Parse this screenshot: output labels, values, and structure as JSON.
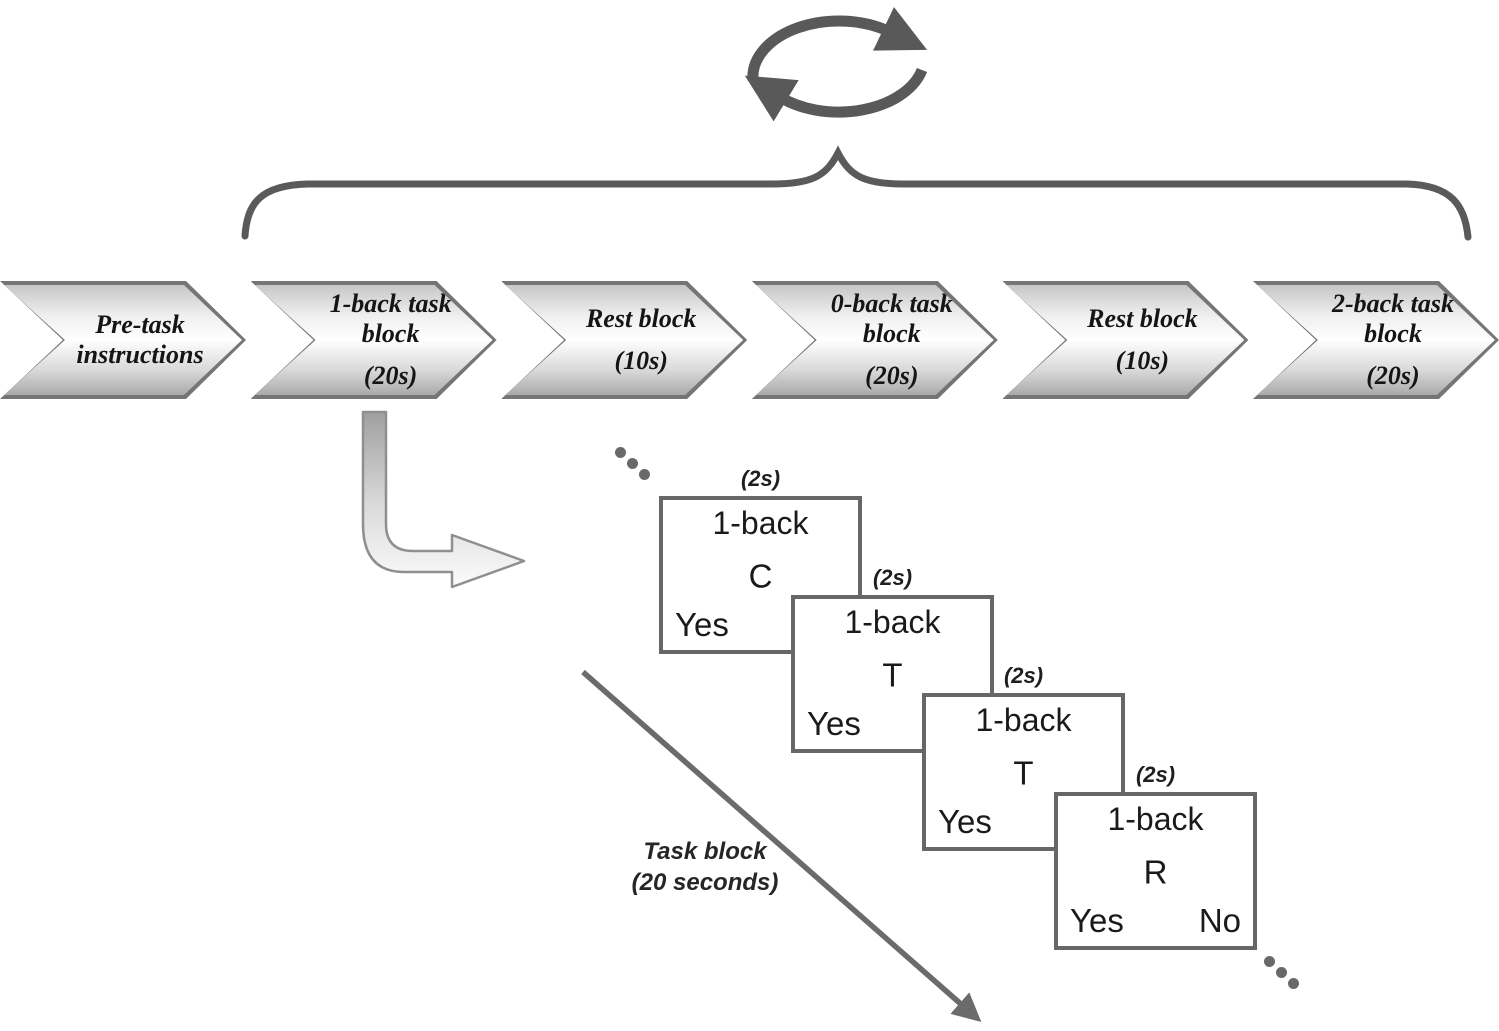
{
  "figure": {
    "description_labels": {
      "repeat_icon": "cycle-arrows-icon",
      "grouping": "curly-brace",
      "detail_pointer": "elbow-arrow-icon",
      "sequence_pointer": "task-block-arrow"
    },
    "colors": {
      "arrow_dark_gray": "#595959",
      "brace_gray": "#5a5a5a",
      "diagonal_arrow_gray": "#6b6b6b",
      "chevron_border": "#757575",
      "card_border": "#676767",
      "text": "#1a1a1a"
    }
  },
  "timeline": {
    "blocks": [
      {
        "label": "Pre-task\ninstructions",
        "duration": ""
      },
      {
        "label": "1-back task\nblock",
        "duration": "(20s)"
      },
      {
        "label": "Rest block",
        "duration": "(10s)"
      },
      {
        "label": "0-back task\nblock",
        "duration": "(20s)"
      },
      {
        "label": "Rest block",
        "duration": "(10s)"
      },
      {
        "label": "2-back task\nblock",
        "duration": "(20s)"
      }
    ]
  },
  "trials": {
    "items": [
      {
        "duration": "(2s)",
        "task": "1-back",
        "stimulus": "C",
        "option_left": "Yes",
        "option_right": ""
      },
      {
        "duration": "(2s)",
        "task": "1-back",
        "stimulus": "T",
        "option_left": "Yes",
        "option_right": ""
      },
      {
        "duration": "(2s)",
        "task": "1-back",
        "stimulus": "T",
        "option_left": "Yes",
        "option_right": ""
      },
      {
        "duration": "(2s)",
        "task": "1-back",
        "stimulus": "R",
        "option_left": "Yes",
        "option_right": "No"
      }
    ],
    "annotation": "Task block\n(20 seconds)"
  }
}
